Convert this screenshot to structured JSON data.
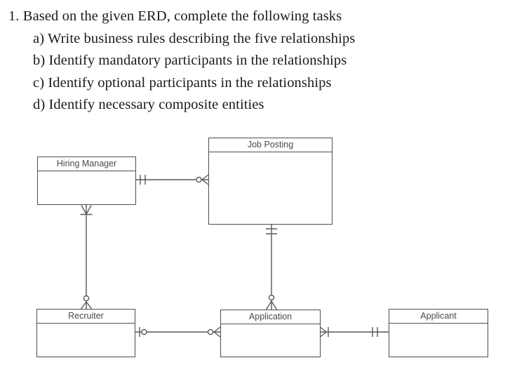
{
  "task": {
    "title": "1. Based on the given ERD, complete the following tasks",
    "items": [
      "a) Write business rules describing the five relationships",
      "b) Identify mandatory participants in the relationships",
      "c) Identify optional participants in the relationships",
      "d) Identify necessary composite entities"
    ]
  },
  "diagram": {
    "type": "erd-crows-foot",
    "entities": [
      {
        "name": "Hiring Manager"
      },
      {
        "name": "Job Posting"
      },
      {
        "name": "Recruiter"
      },
      {
        "name": "Application"
      },
      {
        "name": "Applicant"
      }
    ],
    "relationships": [
      {
        "from": "Hiring Manager",
        "to": "Job Posting",
        "from_cardinality": "one and only one",
        "to_cardinality": "zero or many"
      },
      {
        "from": "Hiring Manager",
        "to": "Recruiter",
        "from_cardinality": "one or many",
        "to_cardinality": "zero or many"
      },
      {
        "from": "Job Posting",
        "to": "Application",
        "from_cardinality": "one and only one",
        "to_cardinality": "zero or many"
      },
      {
        "from": "Recruiter",
        "to": "Application",
        "from_cardinality": "zero or one",
        "to_cardinality": "zero or many"
      },
      {
        "from": "Applicant",
        "to": "Application",
        "from_cardinality": "one and only one",
        "to_cardinality": "one or many"
      }
    ],
    "colors": {
      "line": "#595959",
      "entity_border": "#4d4d4d",
      "entity_text": "#4a4a4a",
      "task_text": "#1a1a1a"
    }
  }
}
